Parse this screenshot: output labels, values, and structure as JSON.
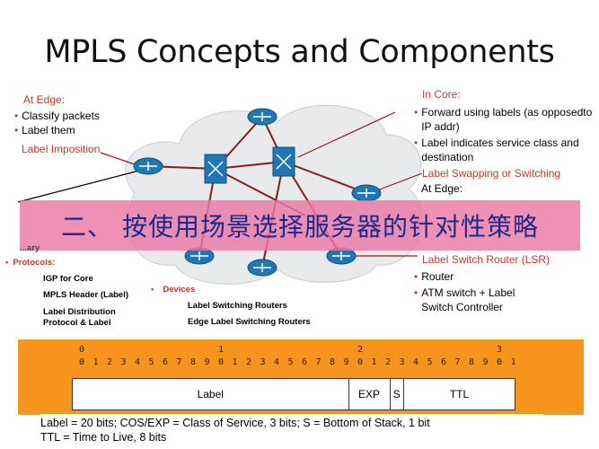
{
  "title": "MPLS Concepts and Components",
  "left": {
    "heading": "At Edge:",
    "bullets": [
      "Classify packets",
      "Label them"
    ],
    "label_imposition": "Label Imposition"
  },
  "right": {
    "heading": "In Core:",
    "bullets": [
      "Forward using labels (as opposedto IP addr)",
      "Label indicates service class and destination"
    ],
    "swapping": "Label Swapping or Switching",
    "edge_partial": "At Edge:",
    "lsr": "Label Switch Router (LSR)",
    "lsr_bullets": [
      "Router",
      "ATM switch + Label Switch Controller"
    ]
  },
  "lower_left": {
    "partial": "...ary",
    "protocols_label": "Protocols:",
    "protocols": [
      "IGP for Core",
      "MPLS Header (Label)",
      "Label Distribution Protocol & Label"
    ],
    "devices_label": "Devices",
    "devices": [
      "Label Switching Routers",
      "Edge Label Switching Routers"
    ]
  },
  "banner": "二、 按使用场景选择服务器的针对性策略",
  "header": {
    "tens": [
      "0",
      "1",
      "2",
      "3"
    ],
    "bits": [
      "0",
      "1",
      "2",
      "3",
      "4",
      "5",
      "6",
      "7",
      "8",
      "9",
      "0",
      "1",
      "2",
      "3",
      "4",
      "5",
      "6",
      "7",
      "8",
      "9",
      "0",
      "1",
      "2",
      "3",
      "4",
      "5",
      "6",
      "7",
      "8",
      "9",
      "0",
      "1"
    ],
    "fields": [
      {
        "label": "Label",
        "bits": 20
      },
      {
        "label": "EXP",
        "bits": 3
      },
      {
        "label": "S",
        "bits": 1
      },
      {
        "label": "TTL",
        "bits": 8
      }
    ]
  },
  "footer": {
    "line1": "Label = 20 bits; COS/EXP = Class of Service, 3 bits; S = Bottom of Stack, 1 bit",
    "line2": "TTL = Time  to Live, 8 bits"
  },
  "colors": {
    "accent_red": "#c0392b",
    "banner": "#eb78a5",
    "header_bg": "#f6951e",
    "router_blue": "#1f78b4"
  }
}
